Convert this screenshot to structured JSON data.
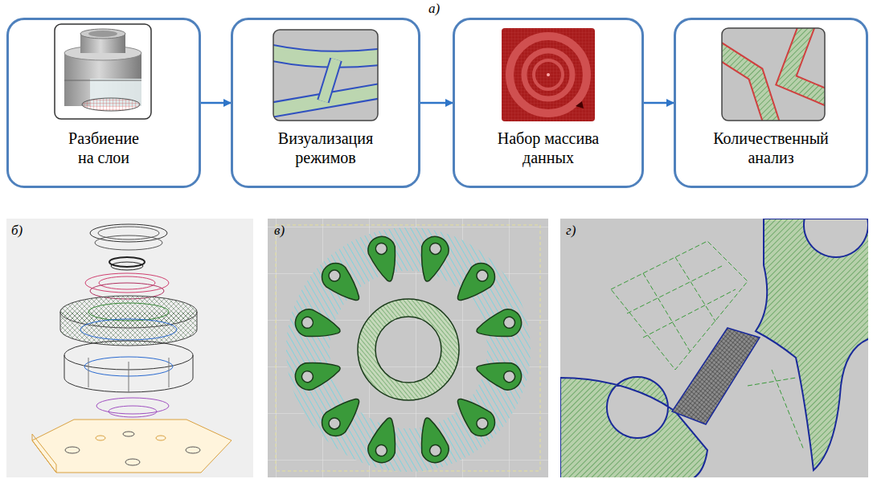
{
  "diagram": {
    "nodes": [
      {
        "text": [
          "Разбиение на слои"
        ]
      },
      {
        "text": [
          "Визуализация режимов"
        ]
      },
      {
        "text": [
          "Набор массива данных"
        ]
      },
      {
        "text": [
          "Количественный анализ"
        ]
      }
    ],
    "edges": [
      {
        "from": 0,
        "to": 1,
        "arrow": "to"
      },
      {
        "from": 1,
        "to": 2,
        "arrow": "to"
      },
      {
        "from": 2,
        "to": 3,
        "arrow": "to"
      }
    ],
    "labels": [
      "а)",
      "б)",
      "в)",
      "г)"
    ]
  }
}
